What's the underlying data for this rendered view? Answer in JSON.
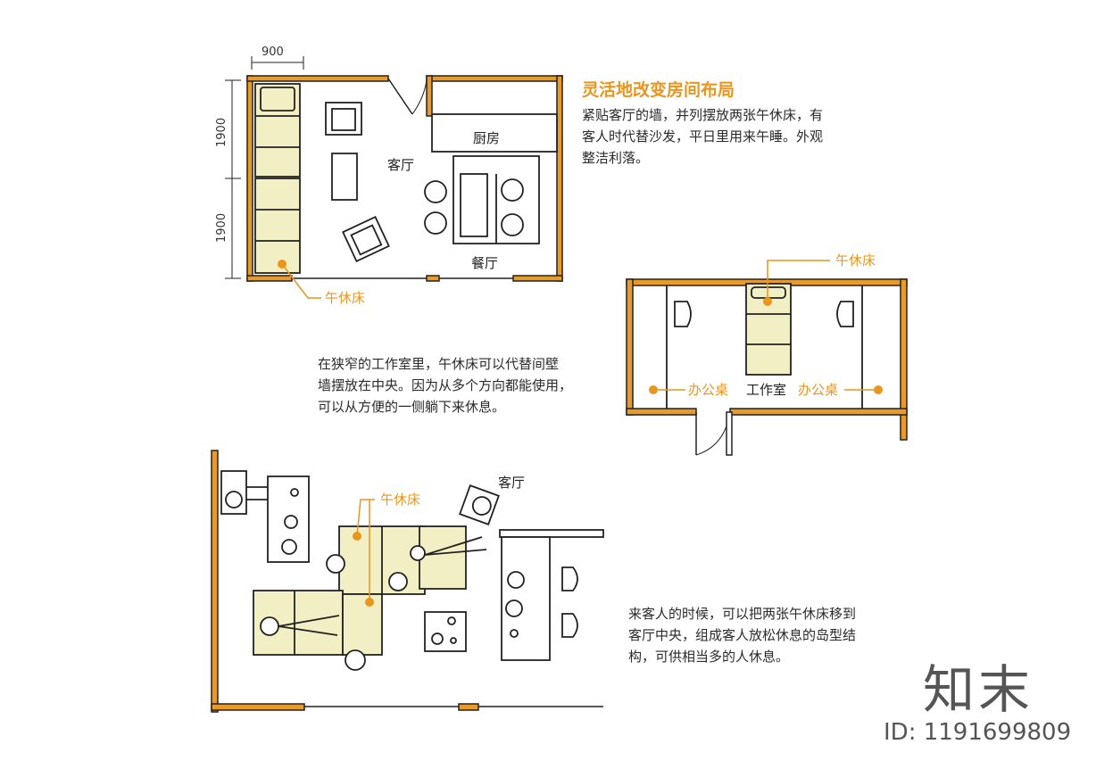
{
  "colors": {
    "wall": "#e89a2a",
    "accent": "#e8961e",
    "bed": "#f3efc4",
    "line": "#222222"
  },
  "top_plan": {
    "dim_width": "900",
    "dim_height_1": "1900",
    "dim_height_2": "1900",
    "living_room": "客厅",
    "kitchen": "厨房",
    "dining": "餐厅",
    "nap_bed_label": "午休床"
  },
  "section1": {
    "title": "灵活地改变房间布局",
    "lines": [
      "紧贴客厅的墙，并列摆放两张午休床，有",
      "客人时代替沙发，平日里用来午睡。外观",
      "整洁利落。"
    ]
  },
  "section2": {
    "lines": [
      "在狭窄的工作室里，午休床可以代替间壁",
      "墙摆放在中央。因为从多个方向都能使用，",
      "可以从方便的一侧躺下来休息。"
    ]
  },
  "studio_plan": {
    "nap_bed_label": "午休床",
    "desk_left": "办公桌",
    "studio": "工作室",
    "desk_right": "办公桌"
  },
  "bottom_plan": {
    "living_room": "客厅",
    "nap_bed_label": "午休床"
  },
  "section3": {
    "lines": [
      "来客人的时候，可以把两张午休床移到",
      "客厅中央，组成客人放松休息的岛型结",
      "构，可供相当多的人休息。"
    ]
  },
  "brand": {
    "logo": "知末",
    "id": "ID: 1191699809"
  }
}
